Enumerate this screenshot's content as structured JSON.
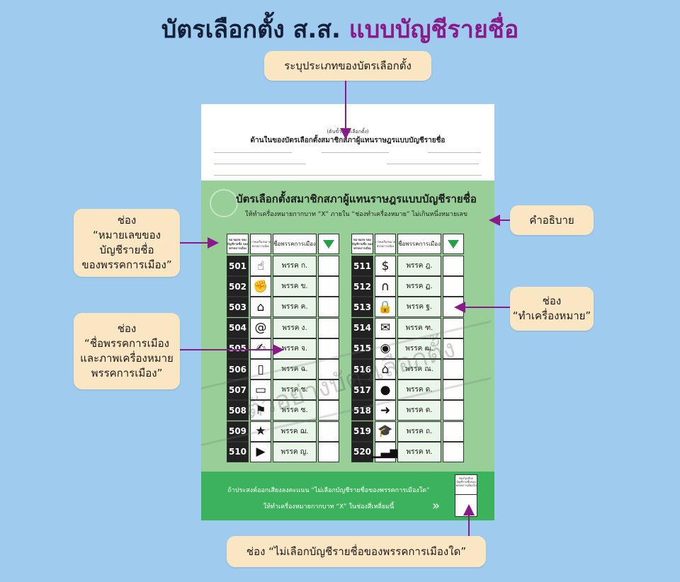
{
  "title": {
    "main": "บัตรเลือกตั้ง ส.ส.",
    "accent": "แบบบัญชีรายชื่อ"
  },
  "colors": {
    "background": "#9ecbee",
    "callout": "#fbe6c4",
    "accent": "#8a1a8a",
    "ballot_green": "#98cf98",
    "ballot_bottom": "#3db25c",
    "leader": "#8a1a8a"
  },
  "callouts": {
    "top": "ระบุประเภทของบัตรเลือกตั้ง",
    "instructions": "คำอธิบาย",
    "number_box": [
      "ช่อง",
      "“หมายเลขของ",
      "บัญชีรายชื่อ",
      "ของพรรคการเมือง”"
    ],
    "party_box": [
      "ช่อง",
      "“ชื่อพรรคการเมือง",
      "และภาพเครื่องหมาย",
      "พรรคการเมือง”"
    ],
    "mark_box": [
      "ช่อง",
      "“ทำเครื่องหมาย”"
    ],
    "none_box": "ช่อง  “ไม่เลือกบัญชีรายชื่อของพรรคการเมืองใด”"
  },
  "ballot": {
    "top_small": "(ต้นขั้วบัตรเลือกตั้ง)",
    "top_heading": "ด้านในของบัตรเลือกตั้งสมาชิกสภาผู้แทนราษฎรแบบบัญชีรายชื่อ",
    "title": "บัตรเลือกตั้งสมาชิกสภาผู้แทนราษฎรแบบบัญชีรายชื่อ",
    "instruction": "ให้ทำเครื่องหมายกากบาท “X” ภายใน “ช่องทำเครื่องหมาย” ไม่เกินหนึ่งหมายเลข",
    "header": {
      "number": "หมายเลข ของบัญชีรายชื่อ ของพรรคการเมือง",
      "symbol": "ภาพเครื่องหมาย พรรคการเมือง",
      "party": "ชื่อพรรคการเมือง"
    },
    "left": [
      {
        "no": "501",
        "icon": "pointing-hand-icon",
        "glyph": "☝",
        "party": "พรรค ก."
      },
      {
        "no": "502",
        "icon": "fist-icon",
        "glyph": "✊",
        "party": "พรรค ข."
      },
      {
        "no": "503",
        "icon": "house-icon",
        "glyph": "⌂",
        "party": "พรรค ค."
      },
      {
        "no": "504",
        "icon": "at-sign-icon",
        "glyph": "@",
        "party": "พรรค ง."
      },
      {
        "no": "505",
        "icon": "pen-icon",
        "glyph": "✍",
        "party": "พรรค จ."
      },
      {
        "no": "506",
        "icon": "phone-icon",
        "glyph": "▯",
        "party": "พรรค ฉ."
      },
      {
        "no": "507",
        "icon": "monitor-icon",
        "glyph": "▭",
        "party": "พรรค ช."
      },
      {
        "no": "508",
        "icon": "flag-icon",
        "glyph": "⚑",
        "party": "พรรค ซ."
      },
      {
        "no": "509",
        "icon": "star-icon",
        "glyph": "★",
        "party": "พรรค ฌ."
      },
      {
        "no": "510",
        "icon": "play-icon",
        "glyph": "▶",
        "party": "พรรค ญ."
      }
    ],
    "right": [
      {
        "no": "511",
        "icon": "piggy-bank-icon",
        "glyph": "$",
        "party": "พรรค ฎ."
      },
      {
        "no": "512",
        "icon": "headphones-icon",
        "glyph": "∩",
        "party": "พรรค ฏ."
      },
      {
        "no": "513",
        "icon": "lock-icon",
        "glyph": "🔒",
        "party": "พรรค ฐ."
      },
      {
        "no": "514",
        "icon": "envelope-icon",
        "glyph": "✉",
        "party": "พรรค ฑ."
      },
      {
        "no": "515",
        "icon": "eye-icon",
        "glyph": "◉",
        "party": "พรรค ฒ."
      },
      {
        "no": "516",
        "icon": "bank-icon",
        "glyph": "⌂",
        "party": "พรรค ณ."
      },
      {
        "no": "517",
        "icon": "globe-icon",
        "glyph": "●",
        "party": "พรรค ด."
      },
      {
        "no": "518",
        "icon": "arrow-right-icon",
        "glyph": "➜",
        "party": "พรรค ต."
      },
      {
        "no": "519",
        "icon": "graduation-cap-icon",
        "glyph": "🎓",
        "party": "พรรค ถ."
      },
      {
        "no": "520",
        "icon": "bar-chart-icon",
        "glyph": "▁▃▅",
        "party": "พรรค ท."
      }
    ],
    "watermark": "ตัวอย่างบัตรเลือกตั้ง",
    "bottom_line1": "ถ้าประสงค์ออกเสียงลงคะแนน “ไม่เลือกบัญชีรายชื่อของพรรคการเมืองใด”",
    "bottom_line2": "ให้ทำเครื่องหมายกากบาท “X” ในช่องสี่เหลี่ยมนี้",
    "none_box_label": "ช่องไม่เลือก บัญชีรายชื่อของ พรรคการเมืองใด"
  }
}
